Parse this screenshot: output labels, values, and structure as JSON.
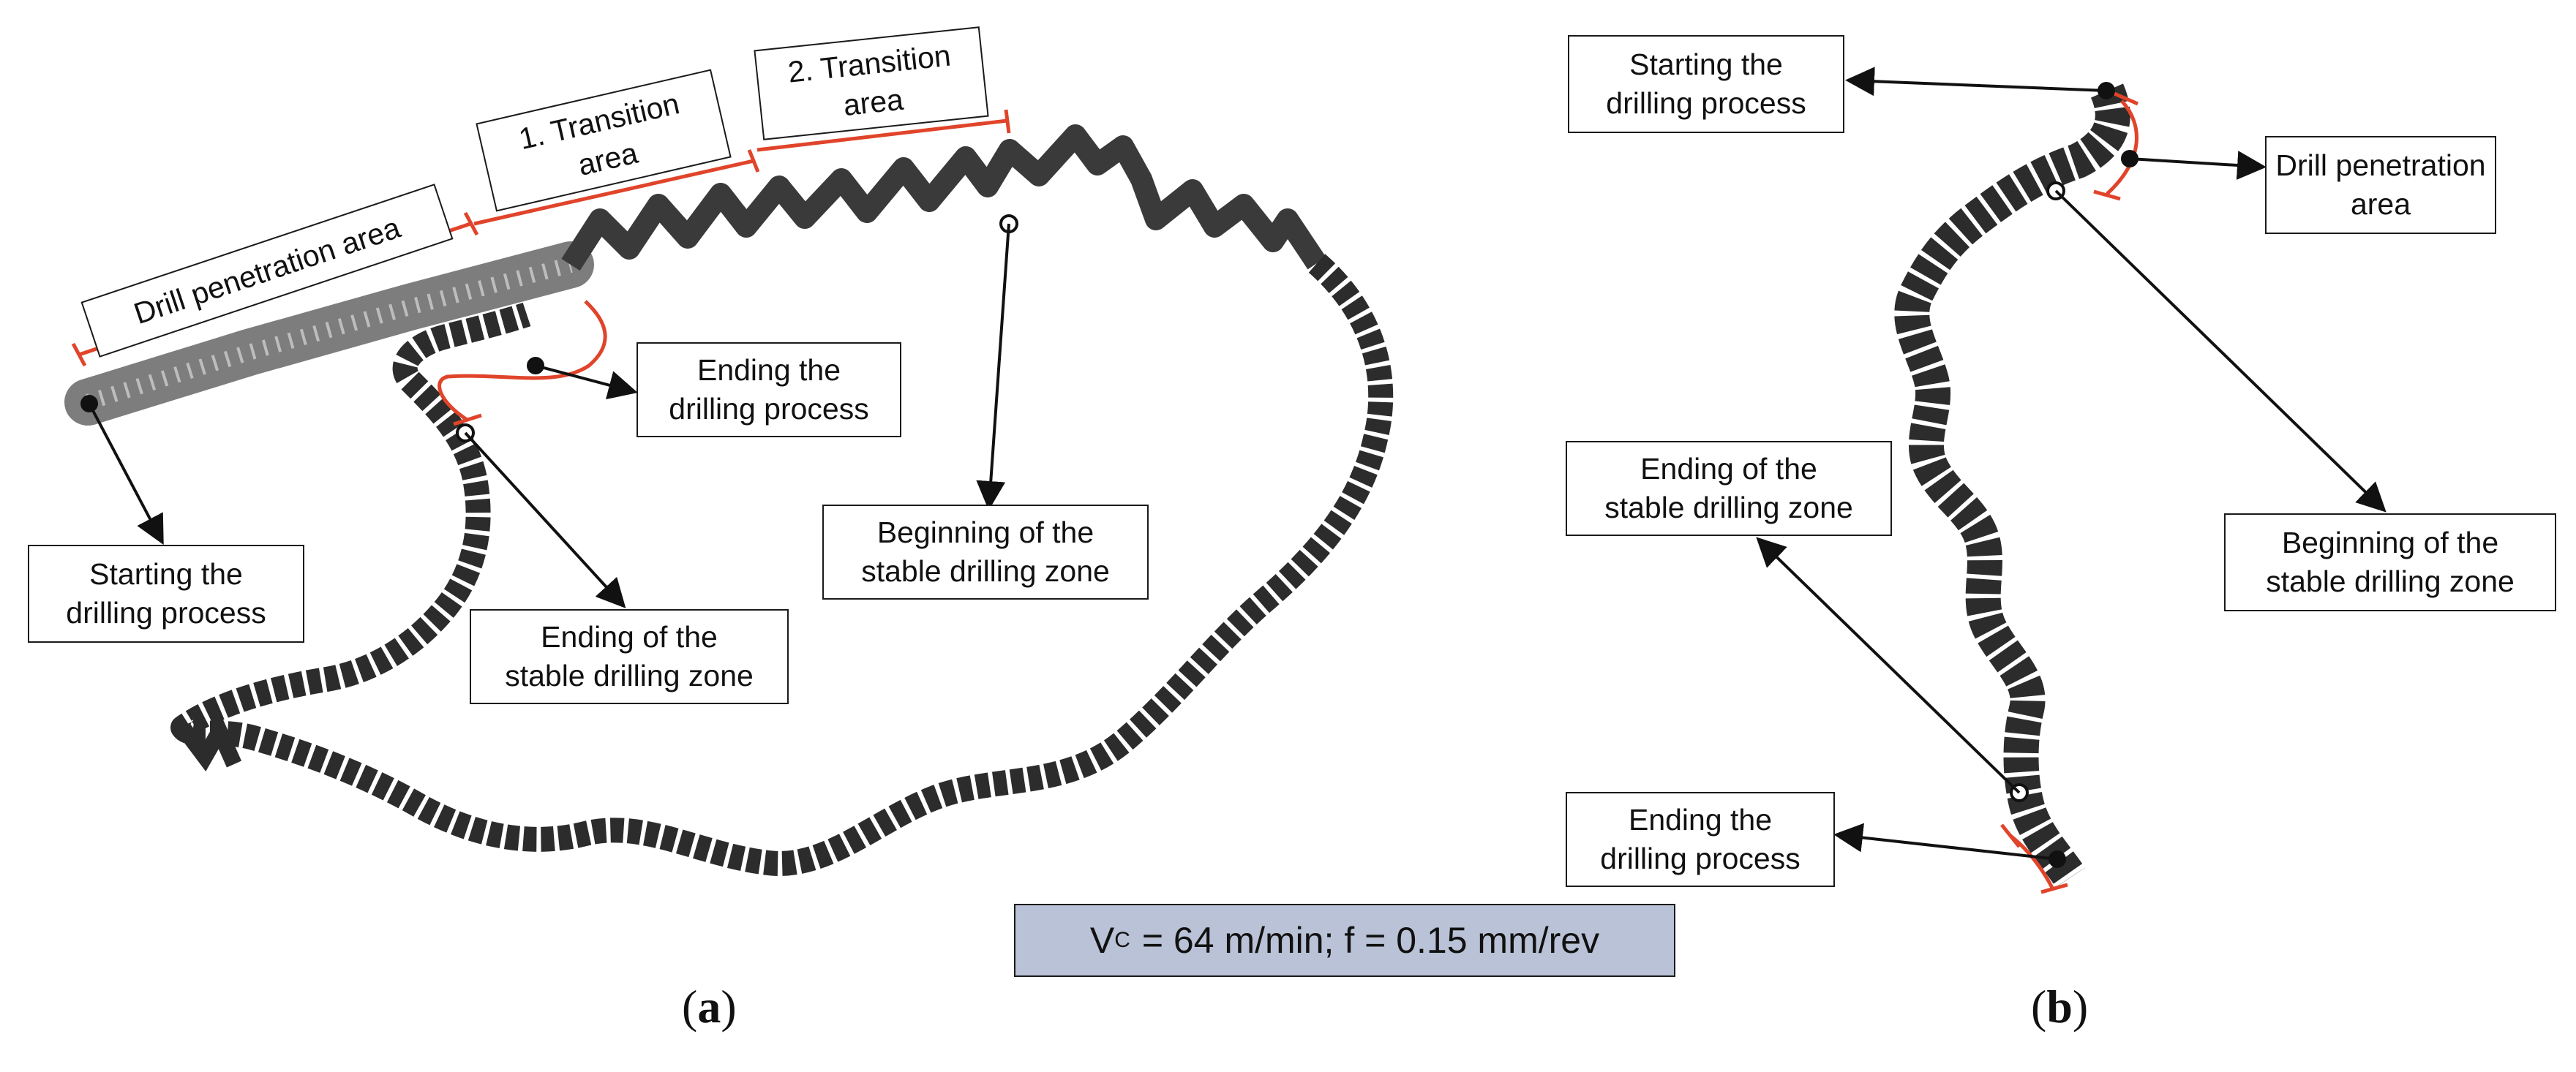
{
  "panel_a": {
    "labels": {
      "drill_penetration_area": "Drill penetration area",
      "transition_1": [
        "1. Transition",
        "area"
      ],
      "transition_2": [
        "2. Transition",
        "area"
      ],
      "starting": [
        "Starting the",
        "drilling process"
      ],
      "ending_process": [
        "Ending the",
        "drilling process"
      ],
      "beginning_stable": [
        "Beginning of the",
        "stable drilling zone"
      ],
      "ending_stable": [
        "Ending of the",
        "stable drilling zone"
      ]
    },
    "letter": "a"
  },
  "panel_b": {
    "labels": {
      "starting": [
        "Starting the",
        "drilling process"
      ],
      "drill_penetration": [
        "Drill penetration",
        "area"
      ],
      "beginning_stable": [
        "Beginning of the",
        "stable drilling zone"
      ],
      "ending_stable": [
        "Ending of the",
        "stable drilling zone"
      ],
      "ending_process": [
        "Ending the",
        "drilling process"
      ]
    },
    "letter": "b"
  },
  "caption": {
    "v_symbol": "V",
    "v_subscript": "C",
    "text": " = 64 m/min; f = 0.15 mm/rev"
  },
  "colors": {
    "bracket": "#e0442a",
    "chip_dark": "#2a2a2a",
    "chip_light": "#8a8a8a",
    "caption_bg": "#b9c2d6"
  }
}
